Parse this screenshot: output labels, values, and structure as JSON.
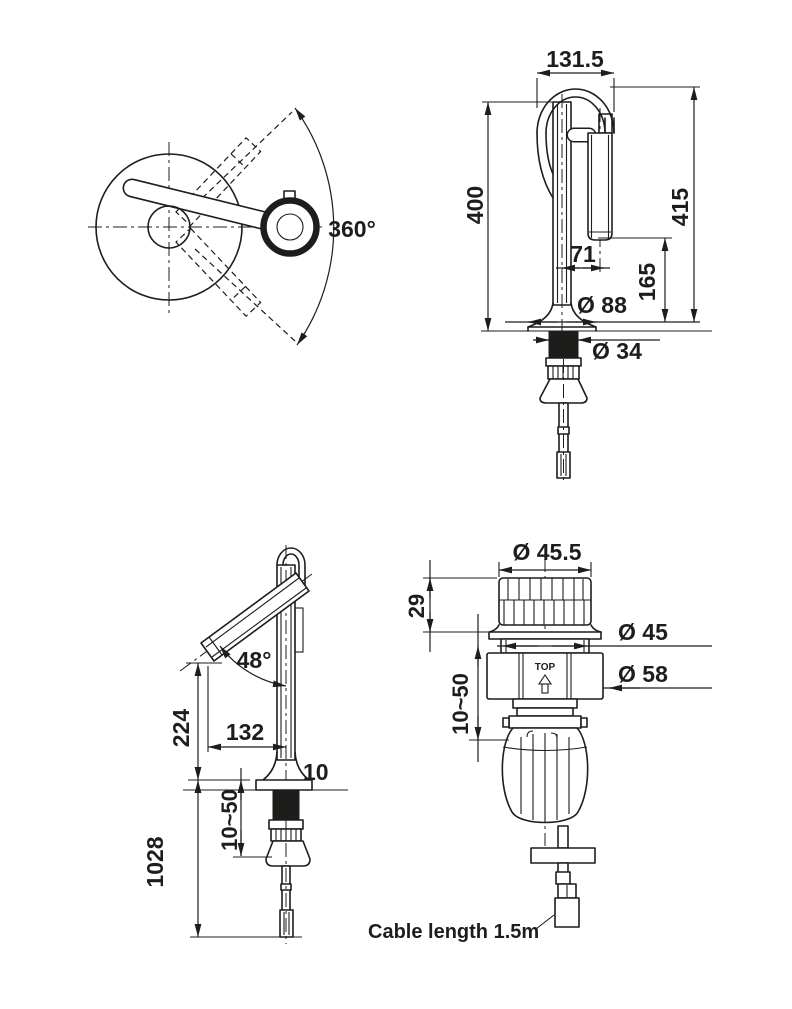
{
  "top_view": {
    "rotation_label": "360°"
  },
  "front_view": {
    "spout_width": "131.5",
    "height_to_spout_base": "400",
    "total_height_to_top": "415",
    "outlet_offset": "71",
    "spray_head_clearance": "165",
    "base_diameter": "Ø 88",
    "shank_diameter": "Ø 34"
  },
  "side_view": {
    "spray_angle": "48°",
    "outlet_height": "224",
    "outlet_reach": "132",
    "base_plate_thickness": "10",
    "mounting_range": "10~50",
    "overall_height": "1028"
  },
  "detail_view": {
    "cartridge_diameter": "Ø 45.5",
    "cartridge_height": "29",
    "neck_diameter": "Ø 45",
    "housing_diameter": "Ø 58",
    "mounting_range": "10~50",
    "orientation_marking": "TOP",
    "cable_note": "Cable length 1.5m"
  },
  "colors": {
    "line": "#1d1d1b",
    "background": "#ffffff"
  }
}
